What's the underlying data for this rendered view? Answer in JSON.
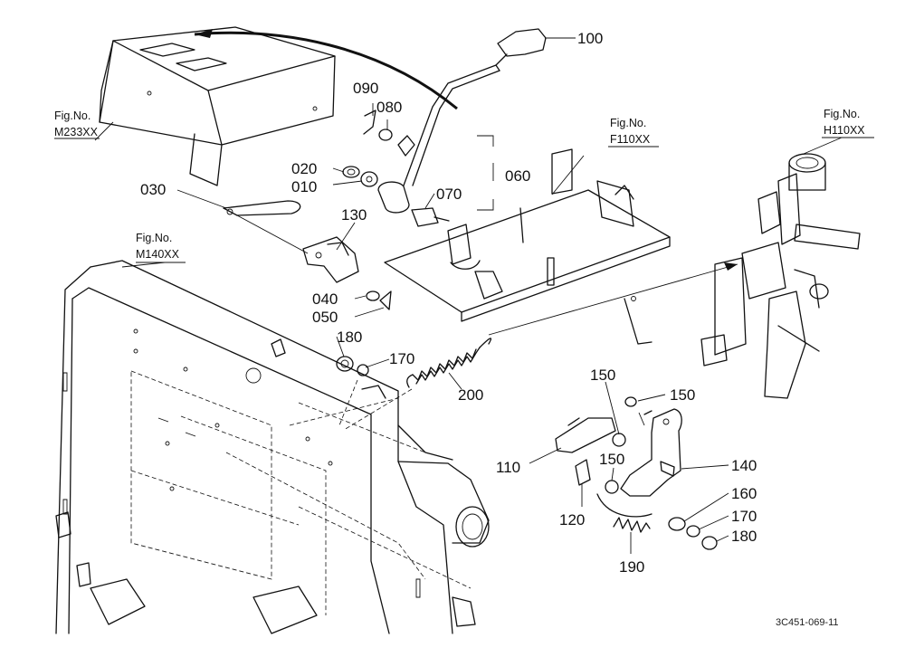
{
  "figure_refs": [
    {
      "id": "m233",
      "line1": "Fig.No.",
      "line2": "M233XX"
    },
    {
      "id": "f110",
      "line1": "Fig.No.",
      "line2": "F110XX"
    },
    {
      "id": "h110",
      "line1": "Fig.No.",
      "line2": "H110XX"
    },
    {
      "id": "m140",
      "line1": "Fig.No.",
      "line2": "M140XX"
    }
  ],
  "callouts": [
    "100",
    "090",
    "080",
    "060",
    "020",
    "010",
    "070",
    "030",
    "130",
    "040",
    "050",
    "180",
    "170",
    "200",
    "150",
    "150",
    "110",
    "150",
    "140",
    "120",
    "160",
    "170",
    "180",
    "190"
  ],
  "drawing_code": "3C451-069-11"
}
